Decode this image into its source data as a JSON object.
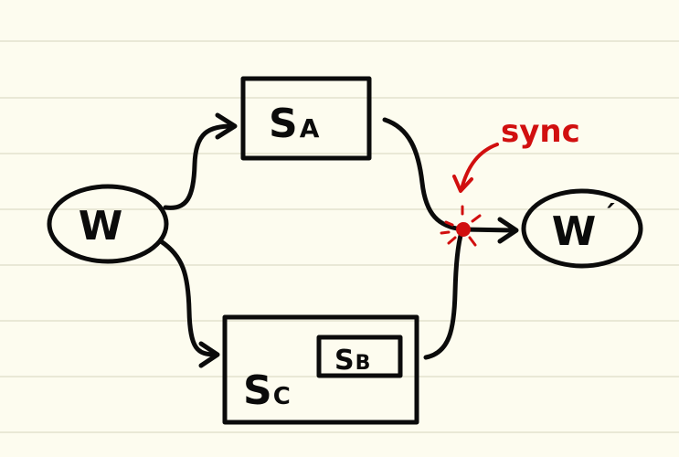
{
  "nodes": {
    "input_state": {
      "label": "W"
    },
    "output_state": {
      "label": "W",
      "prime_mark": "´"
    },
    "sub_a": {
      "label": "S",
      "subscript": "A"
    },
    "sub_c": {
      "label": "S",
      "subscript": "C"
    },
    "sub_b": {
      "label": "S",
      "subscript": "B"
    }
  },
  "annotation": {
    "label": "sync"
  },
  "colors": {
    "paper": "#fdfcef",
    "rule_line": "#e9e8d6",
    "ink": "#0b0b0b",
    "highlight": "#d10f0f"
  }
}
